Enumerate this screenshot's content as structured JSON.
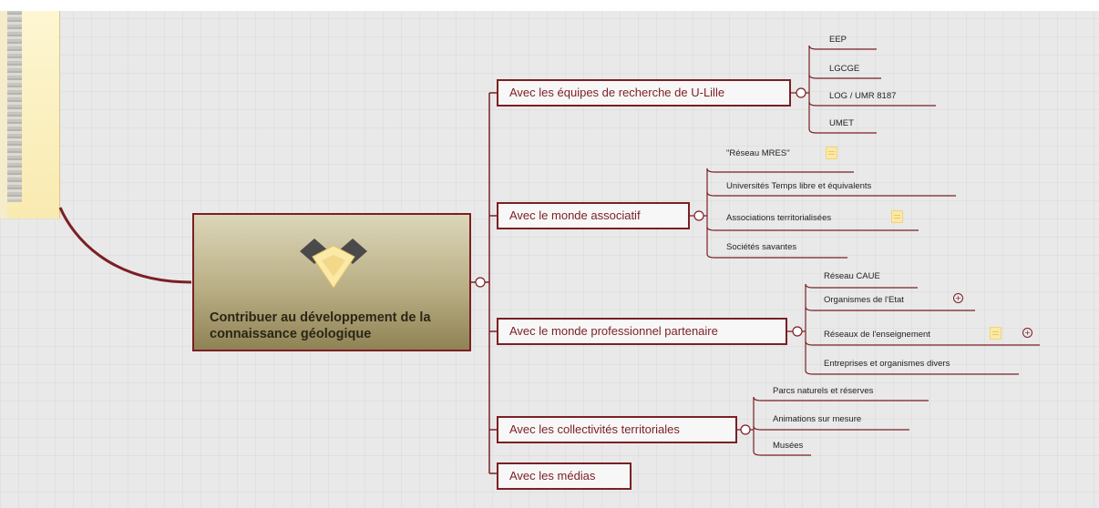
{
  "central": {
    "title": "Contribuer au développement de la connaissance géologique"
  },
  "branches": [
    {
      "label": "Avec les équipes de recherche de U-Lille",
      "children": [
        {
          "label": "EEP"
        },
        {
          "label": "LGCGE"
        },
        {
          "label": "LOG / UMR 8187"
        },
        {
          "label": "UMET"
        }
      ]
    },
    {
      "label": "Avec le monde associatif",
      "children": [
        {
          "label": "\"Réseau MRES\"",
          "note": true
        },
        {
          "label": "Universités Temps libre et équivalents"
        },
        {
          "label": "Associations territorialisées",
          "note": true
        },
        {
          "label": "Sociétés savantes"
        }
      ]
    },
    {
      "label": "Avec le monde professionnel partenaire",
      "children": [
        {
          "label": "Réseau CAUE"
        },
        {
          "label": "Organismes de l'Etat",
          "expand": true
        },
        {
          "label": "Réseaux de l'enseignement",
          "note": true,
          "expand": true
        },
        {
          "label": "Entreprises et organismes divers"
        }
      ]
    },
    {
      "label": "Avec les collectivités territoriales",
      "children": [
        {
          "label": "Parcs naturels et réserves"
        },
        {
          "label": "Animations sur mesure"
        },
        {
          "label": "Musées"
        }
      ]
    },
    {
      "label": "Avec les médias",
      "children": []
    }
  ],
  "colors": {
    "accent": "#7b1f24",
    "canvas": "#e9e9e9",
    "note": "#fbe9a8"
  },
  "icons": {
    "central": "handshake-icon",
    "note": "note-icon",
    "expand": "expand-plus-icon",
    "collapse": "collapse-circle-icon"
  }
}
